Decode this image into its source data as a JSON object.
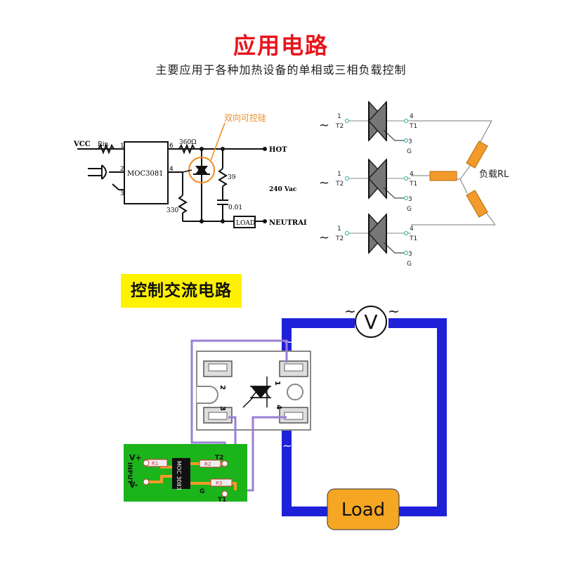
{
  "title": "应用电路",
  "subtitle": "主要应用于各种加热设备的单相或三相负载控制",
  "section_label": "控制交流电路",
  "circuit1": {
    "vcc_label": "VCC",
    "rin_label": "Rin",
    "chip_label": "MOC3081",
    "pin1": "1",
    "pin2": "2",
    "pin3": "3",
    "pin4": "4",
    "pin6": "6",
    "r360_label": "360Ω",
    "r39_label": "39",
    "r330_label": "330",
    "c001_label": "0.01",
    "hot_label": "HOT",
    "vac_label": "240 Vac",
    "load_label": "LOAD",
    "neutral_label": "NEUTRAI",
    "triac_callout": "双向可控硅"
  },
  "three_phase": {
    "tilde": "~",
    "t1": "T1",
    "t2": "T2",
    "g": "G",
    "n1": "1",
    "n3": "3",
    "n4": "4",
    "load_label": "负载RL"
  },
  "ssr": {
    "voltmeter_label": "V",
    "tilde": "~",
    "load_label": "Load",
    "pin1": "1",
    "pin2": "2",
    "pin3": "3",
    "pin4": "4"
  },
  "pcb": {
    "vplus": "V+",
    "vminus": "V-",
    "input": "INPUT",
    "chip": "MOC 3083",
    "r1": "R1",
    "r2": "R2",
    "r3": "R3",
    "t2": "T2",
    "t1": "T1",
    "g": "G"
  },
  "colors": {
    "title": "#e8141c",
    "callout": "#f08a1c",
    "resistor": "#f39a2a",
    "wire_blue": "#1e21d8",
    "wire_purple": "#9a7fd6",
    "pcb_green": "#1bb41b",
    "load_box": "#f5a623",
    "label_bg": "#fff200"
  }
}
